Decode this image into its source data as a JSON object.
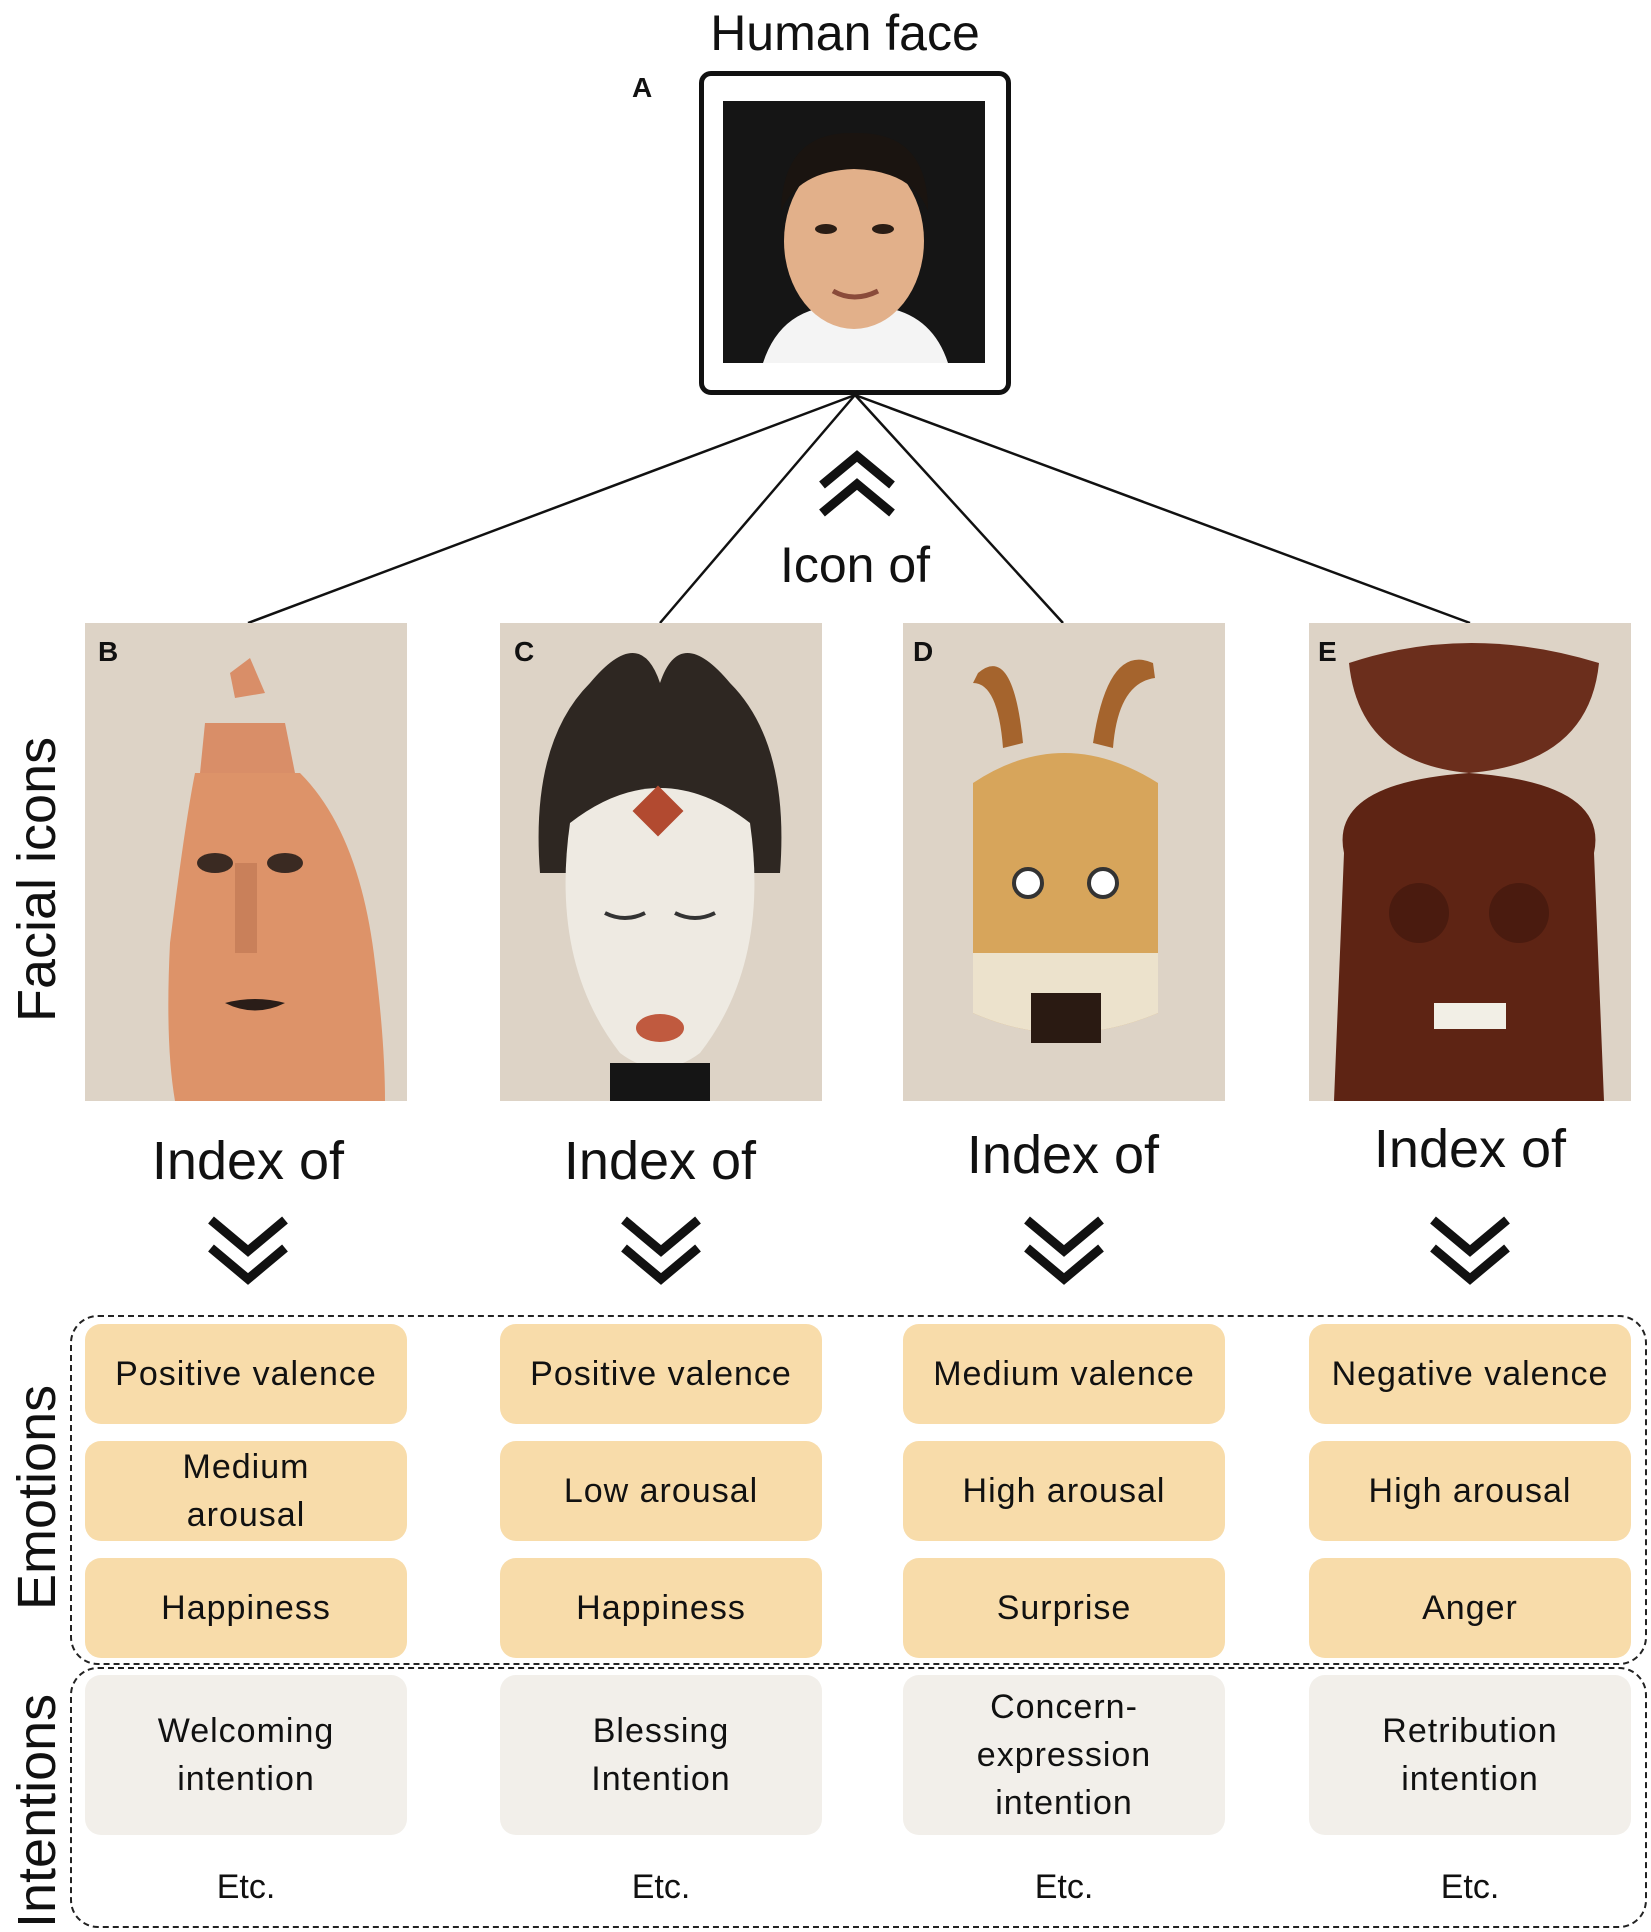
{
  "top": {
    "title": "Human face",
    "letter": "A",
    "icon_of_label": "Icon of"
  },
  "side_labels": {
    "facial_icons": "Facial icons",
    "emotions": "Emotions",
    "intentions": "Intentions"
  },
  "columns": [
    {
      "letter": "B",
      "index_label": "Index of",
      "emotions": [
        "Positive valence",
        "Medium\narousal",
        "Happiness"
      ],
      "intention": "Welcoming\nintention",
      "etc": "Etc."
    },
    {
      "letter": "C",
      "index_label": "Index of",
      "emotions": [
        "Positive valence",
        "Low arousal",
        "Happiness"
      ],
      "intention": "Blessing\nIntention",
      "etc": "Etc."
    },
    {
      "letter": "D",
      "index_label": "Index of",
      "emotions": [
        "Medium valence",
        "High arousal",
        "Surprise"
      ],
      "intention": "Concern-\nexpression\nintention",
      "etc": "Etc."
    },
    {
      "letter": "E",
      "index_label": "Index of",
      "emotions": [
        "Negative valence",
        "High arousal",
        "Anger"
      ],
      "intention": "Retribution\nintention",
      "etc": "Etc."
    }
  ],
  "colors": {
    "emotion_box": "#f8dcaa",
    "intention_box": "#f2efea",
    "photo_background": "#dcd3c8"
  }
}
